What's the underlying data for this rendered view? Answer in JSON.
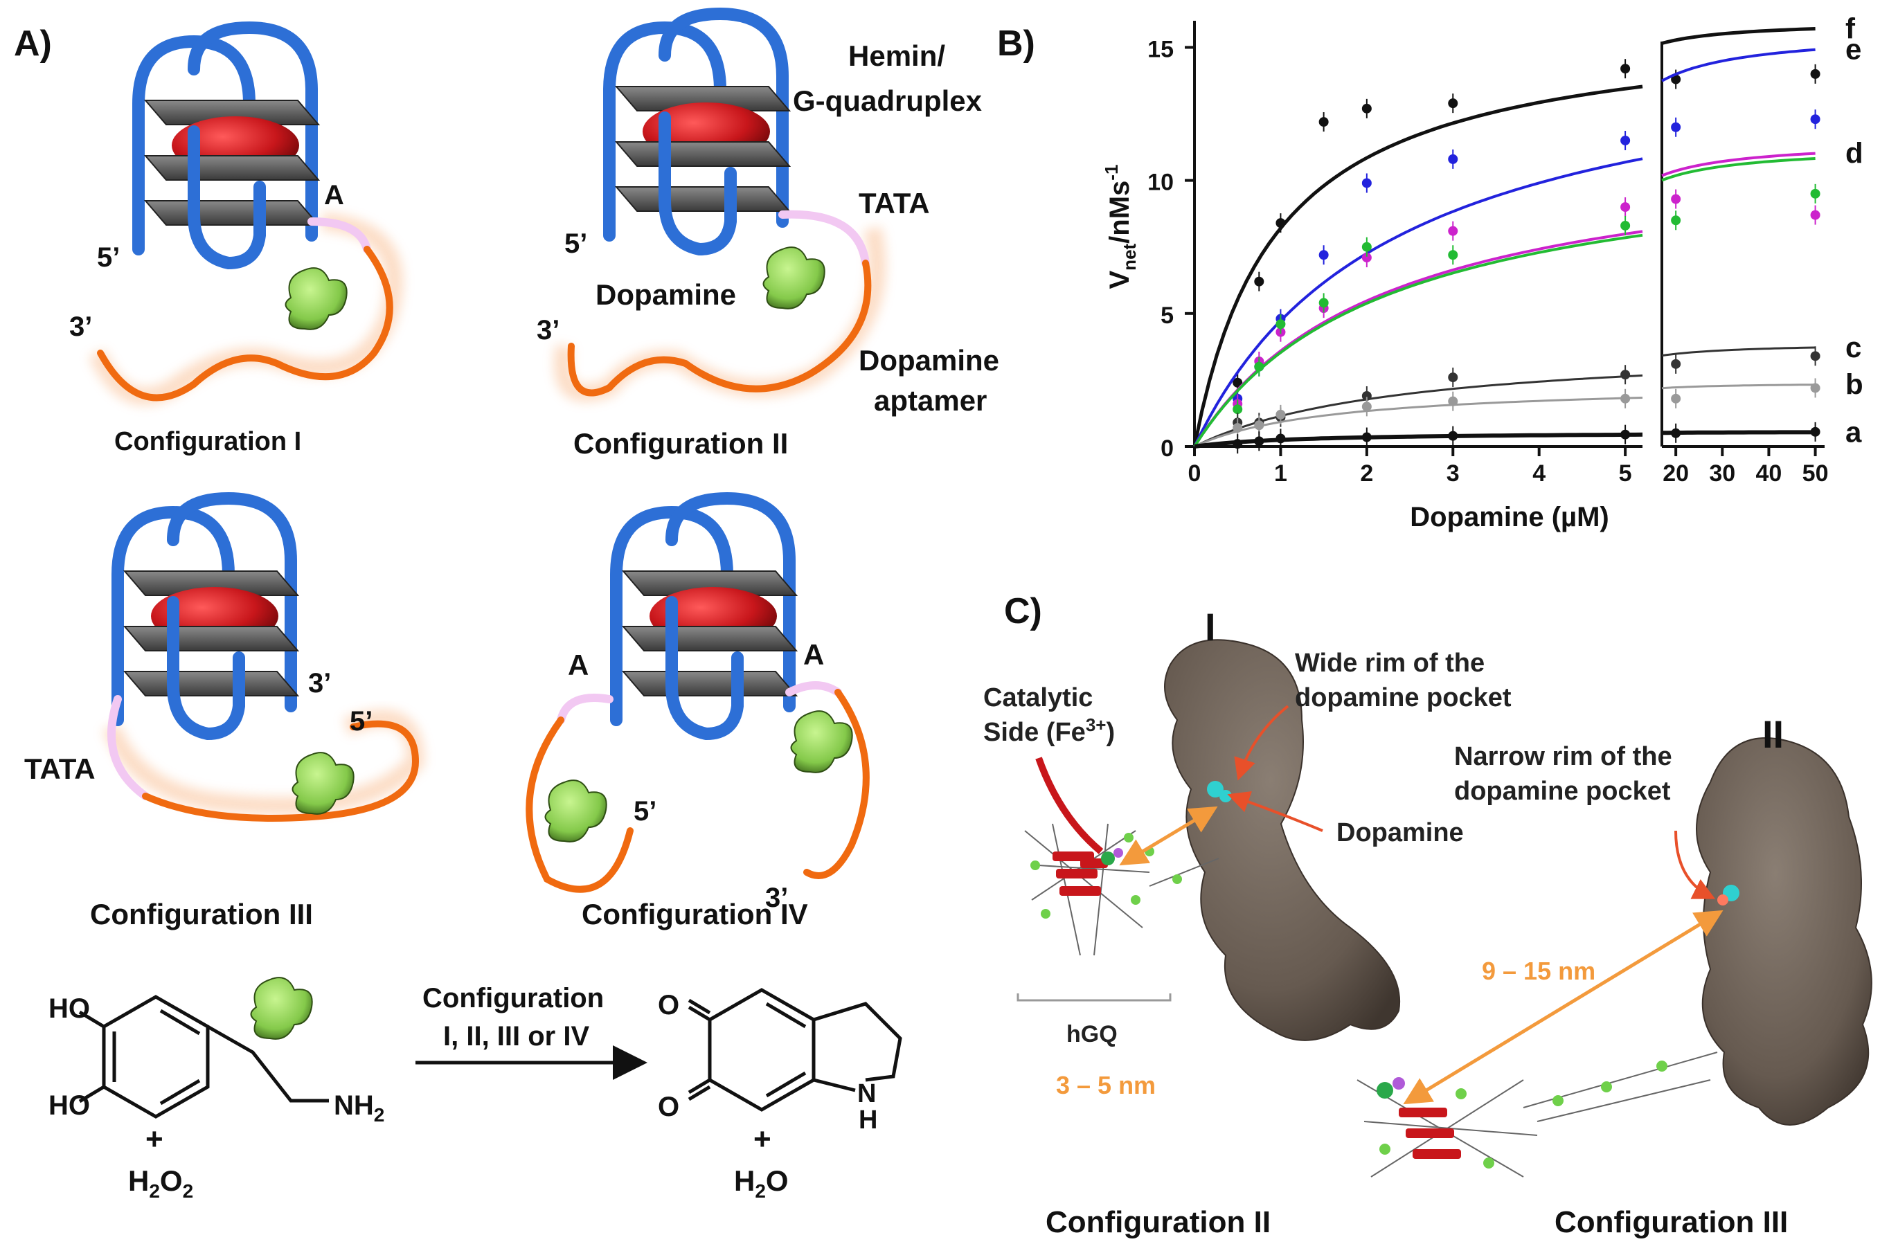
{
  "panels": {
    "a": "A)",
    "b": "B)",
    "c": "C)"
  },
  "panel_a": {
    "config1": {
      "title": "Configuration I",
      "label_5": "5’",
      "label_3": "3’",
      "spacer": "A"
    },
    "config2": {
      "title": "Configuration II",
      "label_5": "5’",
      "label_3": "3’",
      "spacer": "TATA",
      "hemin_line1": "Hemin/",
      "hemin_line2": "G-quadruplex",
      "dopamine": "Dopamine",
      "aptamer_line1": "Dopamine",
      "aptamer_line2": "aptamer"
    },
    "config3": {
      "title": "Configuration III",
      "label_5": "5’",
      "label_3": "3’",
      "spacer": "TATA"
    },
    "config4": {
      "title": "Configuration IV",
      "label_5": "5’",
      "label_3": "3’",
      "spacer_left": "A",
      "spacer_right": "A"
    },
    "reaction": {
      "ho_top": "HO",
      "ho_bottom": "HO",
      "nh2": "NH",
      "nh2_sub": "2",
      "plus1": "+",
      "h2o2": "H",
      "h2o2_sub1": "2",
      "h2o2_o": "O",
      "h2o2_sub2": "2",
      "arrow_line1": "Configuration",
      "arrow_line2": "I, II, III or IV",
      "o_top": "O",
      "o_bottom": "O",
      "nh": "N",
      "nh_h": "H",
      "plus2": "+",
      "h2o": "H",
      "h2o_sub": "2",
      "h2o_o": "O"
    }
  },
  "chart_data": {
    "type": "line",
    "ylabel_main": "V",
    "ylabel_sub": "net",
    "ylabel_unit": "/nMs",
    "ylabel_sup": "-1",
    "xlabel": "Dopamine (µM)",
    "ylim": [
      0,
      15.5
    ],
    "x_ticks_left": [
      "0",
      "1",
      "2",
      "3",
      "4",
      "5"
    ],
    "x_ticks_right": [
      "20",
      "30",
      "40",
      "50"
    ],
    "y_ticks": [
      "0",
      "5",
      "10",
      "15"
    ],
    "series": [
      {
        "name": "f",
        "color": "#111111",
        "vmax": 16.0,
        "km": 0.95,
        "width": 5,
        "points": [
          [
            0.5,
            2.4
          ],
          [
            0.75,
            6.2
          ],
          [
            1,
            8.4
          ],
          [
            1.5,
            12.2
          ],
          [
            2,
            12.7
          ],
          [
            3,
            12.9
          ],
          [
            5,
            14.2
          ],
          [
            20,
            13.8
          ],
          [
            50,
            14.0
          ]
        ]
      },
      {
        "name": "e",
        "color": "#2222dd",
        "vmax": 15.6,
        "km": 2.3,
        "width": 4,
        "points": [
          [
            0.5,
            1.8
          ],
          [
            0.75,
            3.0
          ],
          [
            1,
            4.8
          ],
          [
            1.5,
            7.2
          ],
          [
            2,
            9.9
          ],
          [
            3,
            10.8
          ],
          [
            5,
            11.5
          ],
          [
            20,
            12.0
          ],
          [
            50,
            12.3
          ]
        ]
      },
      {
        "name": "d",
        "color": "#cc22cc",
        "vmax": 11.5,
        "km": 2.2,
        "width": 4,
        "points": [
          [
            0.5,
            1.6
          ],
          [
            0.75,
            3.2
          ],
          [
            1,
            4.3
          ],
          [
            1.5,
            5.2
          ],
          [
            2,
            7.1
          ],
          [
            3,
            8.1
          ],
          [
            5,
            9.0
          ],
          [
            20,
            9.3
          ],
          [
            50,
            8.7
          ]
        ]
      },
      {
        "name": "d",
        "color": "#22bb33",
        "vmax": 11.3,
        "km": 2.2,
        "width": 4,
        "points": [
          [
            0.5,
            1.4
          ],
          [
            0.75,
            3.0
          ],
          [
            1,
            4.6
          ],
          [
            1.5,
            5.4
          ],
          [
            2,
            7.5
          ],
          [
            3,
            7.2
          ],
          [
            5,
            8.3
          ],
          [
            20,
            8.5
          ],
          [
            50,
            9.5
          ]
        ]
      },
      {
        "name": "c",
        "color": "#333333",
        "vmax": 3.9,
        "km": 2.4,
        "width": 3,
        "points": [
          [
            0.5,
            0.9
          ],
          [
            0.75,
            0.9
          ],
          [
            1,
            1.1
          ],
          [
            2,
            1.9
          ],
          [
            3,
            2.6
          ],
          [
            5,
            2.7
          ],
          [
            20,
            3.1
          ],
          [
            50,
            3.4
          ]
        ]
      },
      {
        "name": "b",
        "color": "#999999",
        "vmax": 2.4,
        "km": 1.6,
        "width": 3,
        "points": [
          [
            0.5,
            0.7
          ],
          [
            0.75,
            0.8
          ],
          [
            1,
            1.2
          ],
          [
            2,
            1.5
          ],
          [
            3,
            1.7
          ],
          [
            5,
            1.8
          ],
          [
            20,
            1.8
          ],
          [
            50,
            2.2
          ]
        ]
      },
      {
        "name": "a",
        "color": "#111111",
        "vmax": 0.55,
        "km": 1.2,
        "width": 6,
        "points": [
          [
            0.5,
            0.1
          ],
          [
            0.75,
            0.2
          ],
          [
            1,
            0.3
          ],
          [
            2,
            0.35
          ],
          [
            3,
            0.4
          ],
          [
            5,
            0.45
          ],
          [
            20,
            0.5
          ],
          [
            50,
            0.55
          ]
        ]
      }
    ]
  },
  "panel_c": {
    "label_I": "I",
    "label_II": "II",
    "wide_rim_line1": "Wide rim of the",
    "wide_rim_line2": "dopamine pocket",
    "catalytic_line1": "Catalytic",
    "catalytic_line2": "Side (Fe",
    "catalytic_sup": "3+",
    "catalytic_close": ")",
    "dopamine": "Dopamine",
    "narrow_rim_line1": "Narrow rim of the",
    "narrow_rim_line2": "dopamine pocket",
    "hgq": "hGQ",
    "dist_small": "3 – 5 nm",
    "dist_large": "9 – 15 nm",
    "config2": "Configuration II",
    "config3": "Configuration III"
  },
  "colors": {
    "blue_strand": "#2d6fd6",
    "orange_strand": "#f06a10",
    "pink_spacer": "#f2c8f2",
    "green_dopamine": "#8fd14f",
    "hemin_red": "#c8161b",
    "accent_orange": "#f39a3c",
    "surface_brown": "#6b5f55"
  }
}
